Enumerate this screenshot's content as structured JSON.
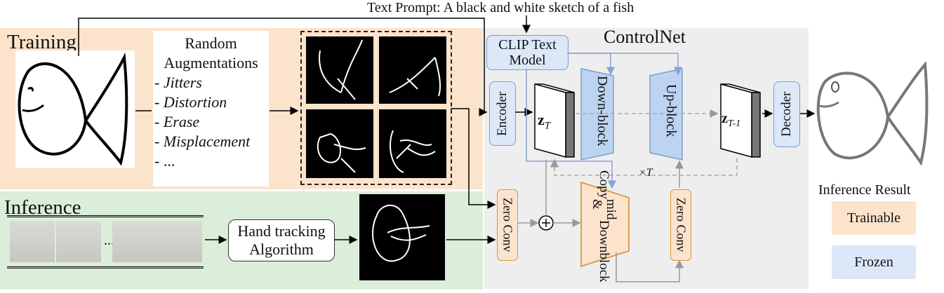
{
  "text_prompt": "Text Prompt: A black and white sketch of a fish",
  "training": {
    "label": "Training",
    "augment_title_1": "Random",
    "augment_title_2": "Augmentations",
    "augment_items": [
      "- Jitters",
      "- Distortion",
      "- Erase",
      "- Misplacement",
      "- ..."
    ]
  },
  "inference": {
    "label": "Inference",
    "ellipsis": "...",
    "hand_tracking_1": "Hand tracking",
    "hand_tracking_2": "Algorithm"
  },
  "controlnet": {
    "label": "ControlNet",
    "clip_1": "CLIP Text",
    "clip_2": "Model",
    "encoder": "Encoder",
    "decoder": "Decoder",
    "zt": "z",
    "zt_sub": "T",
    "ztm1": "z",
    "ztm1_sub": "T-1",
    "downblock_1": "Down-",
    "downblock_2": "block",
    "upblock_1": "Up-",
    "upblock_2": "block",
    "zero_conv": "Zero Conv",
    "copy_1": "Copy",
    "copy_2": "mid &",
    "copy_3": "Downblock",
    "times_t": "×T"
  },
  "output": {
    "label": "Inference Result"
  },
  "legend": {
    "trainable": "Trainable",
    "frozen": "Frozen",
    "trainable_color": "#fbe3cc",
    "frozen_color": "#dce8f8"
  }
}
